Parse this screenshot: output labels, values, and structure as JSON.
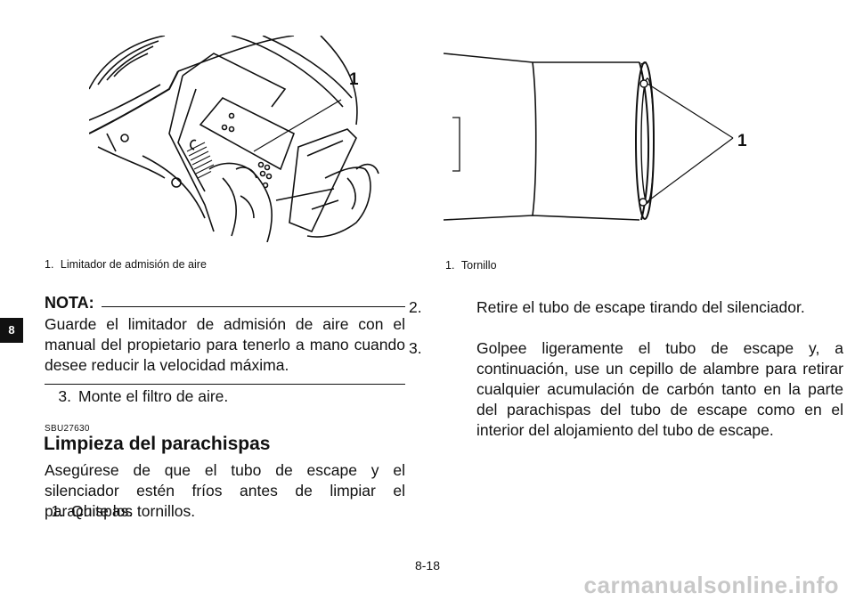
{
  "side_tab": "8",
  "figure_left": {
    "callout": "1",
    "caption_num": "1.",
    "caption_text": "Limitador de admisión de aire"
  },
  "figure_right": {
    "callout": "1",
    "caption_num": "1.",
    "caption_text": "Tornillo"
  },
  "nota": {
    "label": "NOTA:",
    "text": "Guarde el limitador de admisión de aire con el manual del propietario para tenerlo a mano cuando desee reducir la velocidad máxima."
  },
  "left_steps": [
    {
      "num": "3.",
      "text": "Monte el filtro de aire."
    }
  ],
  "section": {
    "code": "SBU27630",
    "title": "Limpieza del parachispas",
    "intro": "Asegúrese de que el tubo de escape y el silenciador estén fríos antes de limpiar el parachispas.",
    "step1_num": "1.",
    "step1_text": "Quite los tornillos."
  },
  "right_steps": [
    {
      "num": "2.",
      "text": "Retire el tubo de escape tirando del silenciador."
    },
    {
      "num": "3.",
      "text": "Golpee ligeramente el tubo de escape y, a continuación, use un cepillo de alambre para retirar cualquier acumulación de carbón tanto en la parte del parachispas del tubo de escape como en el interior del alojamiento del tubo de escape."
    }
  ],
  "page_number": "8-18",
  "watermark": "carmanualsonline.info"
}
